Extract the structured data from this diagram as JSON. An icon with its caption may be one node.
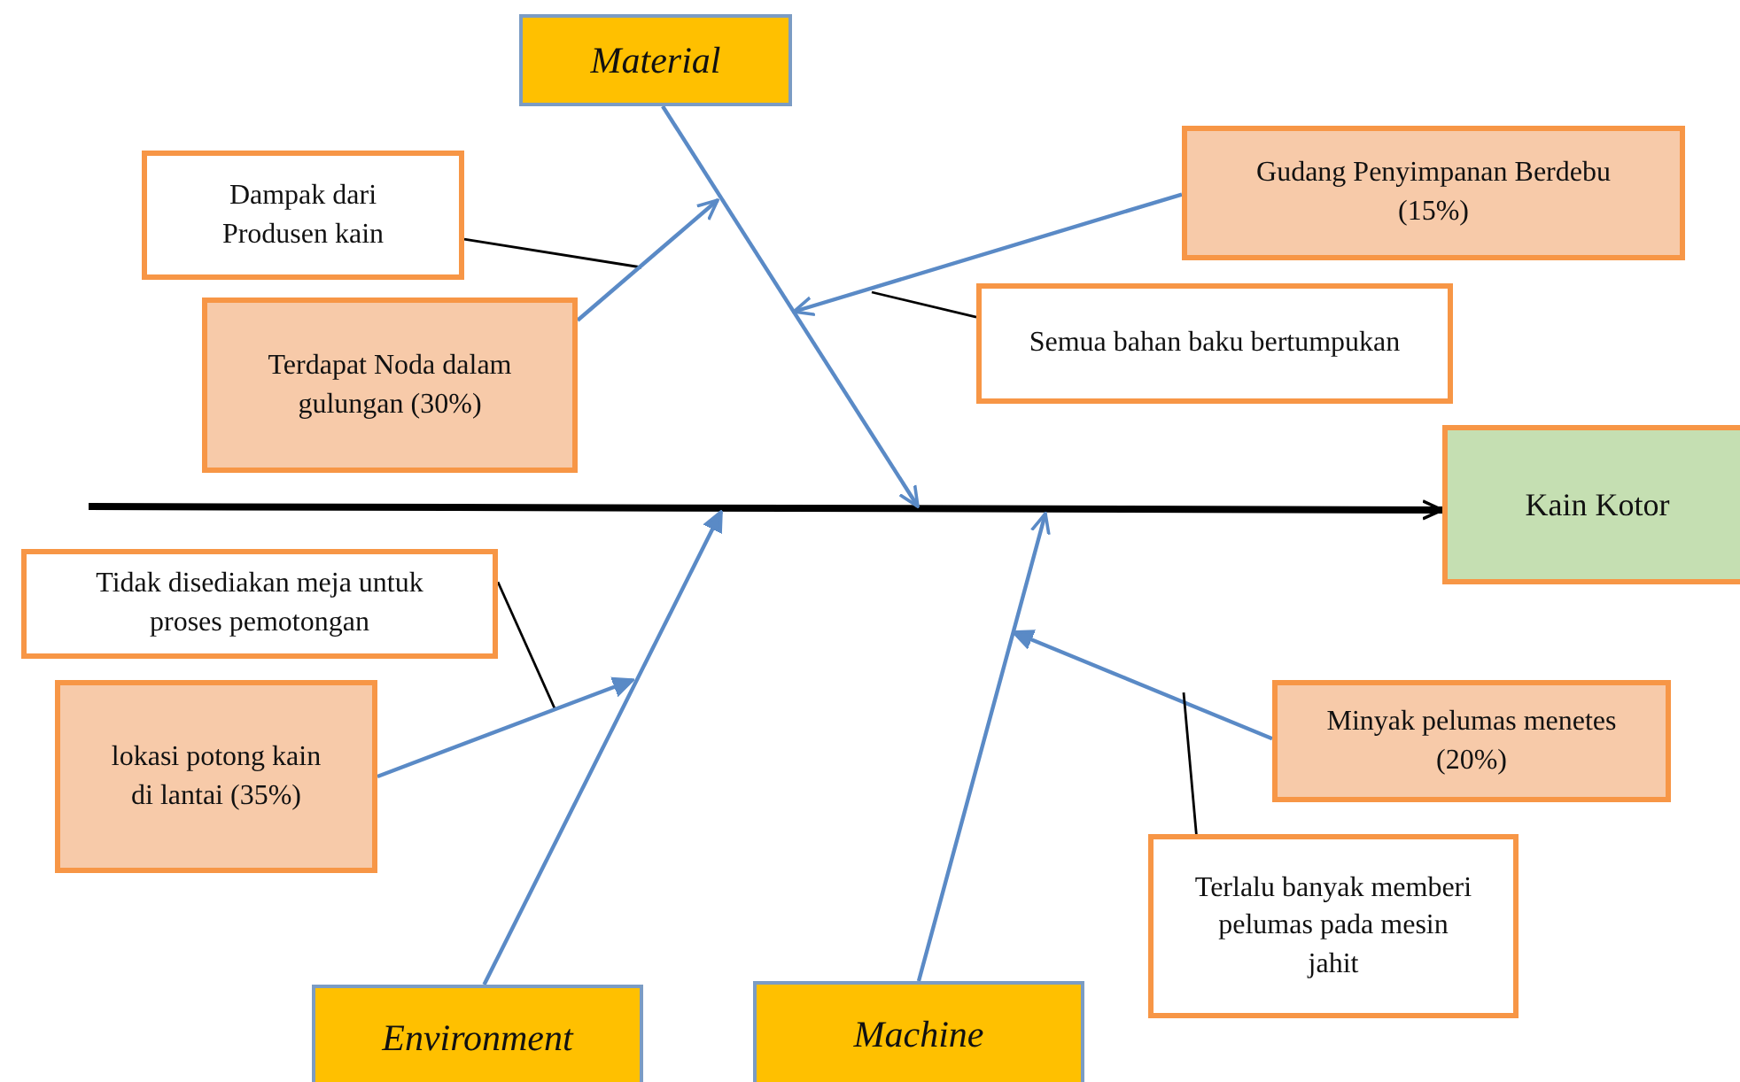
{
  "diagram": {
    "nodes": [
      {
        "text": [
          "Material"
        ]
      },
      {
        "text": [
          "Dampak dari Produsen kain"
        ]
      },
      {
        "text": [
          "Terdapat Noda dalam gulungan (30%)"
        ]
      },
      {
        "text": [
          "Gudang Penyimpanan Berdebu (15%)"
        ]
      },
      {
        "text": [
          "Semua bahan baku bertumpukan"
        ]
      },
      {
        "text": [
          "Kain Kotor"
        ]
      },
      {
        "text": [
          "Tidak disediakan meja untuk proses pemotongan"
        ]
      },
      {
        "text": [
          "lokasi potong kain di lantai (35%)"
        ]
      },
      {
        "text": [
          "Minyak pelumas menetes (20%)"
        ]
      },
      {
        "text": [
          "Terlalu banyak memberi pelumas pada mesin jahit"
        ]
      },
      {
        "text": [
          "Environment"
        ]
      },
      {
        "text": [
          "Machine"
        ]
      }
    ],
    "edges": [
      {
        "from": null,
        "to": 5,
        "arrow": "to",
        "style": "thick",
        "color": "#000000"
      },
      {
        "from": 0,
        "to": null,
        "arrow": "to"
      },
      {
        "from": 1,
        "to": null,
        "arrow": "none",
        "color": "#000000"
      },
      {
        "from": 2,
        "to": null,
        "arrow": "to"
      },
      {
        "from": 3,
        "to": null,
        "arrow": "to"
      },
      {
        "from": 4,
        "to": null,
        "arrow": "none",
        "color": "#000000"
      },
      {
        "from": 10,
        "to": null,
        "arrow": "to"
      },
      {
        "from": 6,
        "to": null,
        "arrow": "none",
        "color": "#000000"
      },
      {
        "from": 7,
        "to": null,
        "arrow": "to"
      },
      {
        "from": 11,
        "to": null,
        "arrow": "to"
      },
      {
        "from": 8,
        "to": null,
        "arrow": "to"
      },
      {
        "from": 9,
        "to": null,
        "arrow": "none",
        "color": "#000000"
      }
    ]
  }
}
